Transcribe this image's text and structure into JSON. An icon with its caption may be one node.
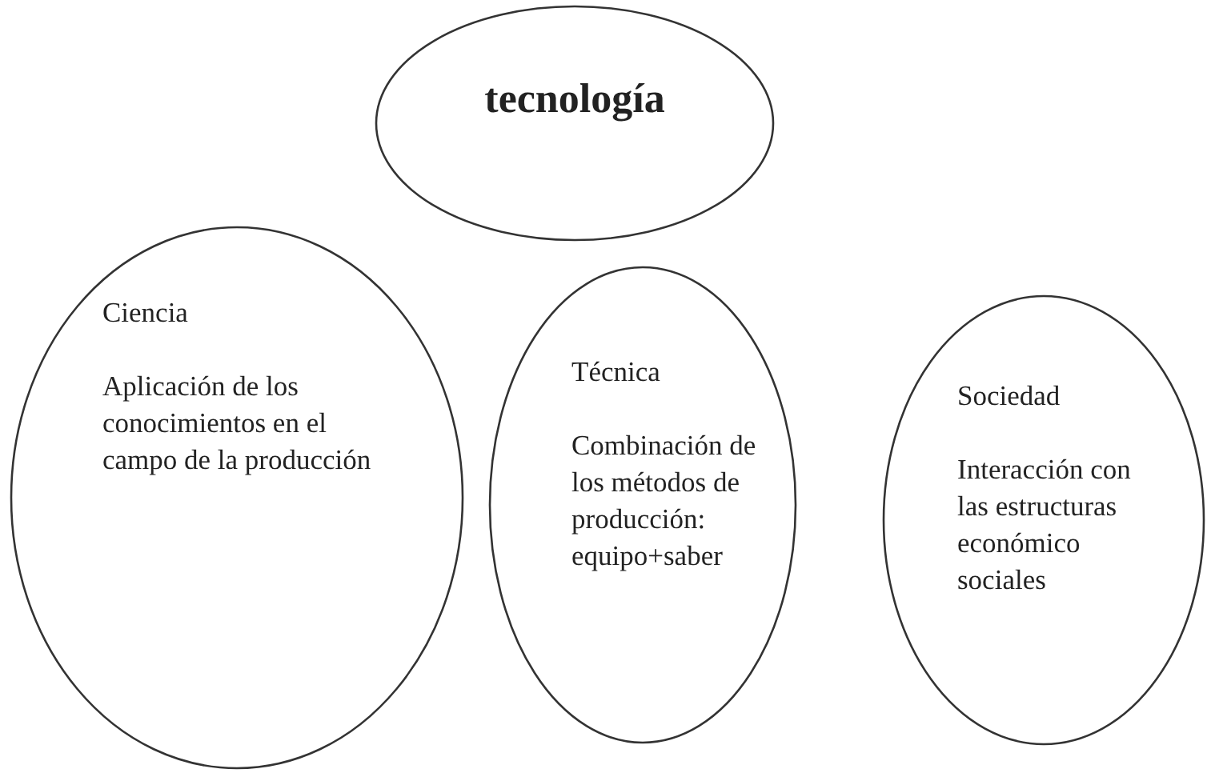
{
  "diagram": {
    "nodes": [
      {
        "text": [
          "tecnología"
        ]
      },
      {
        "text": [
          "Ciencia",
          "Aplicación de los conocimientos en el campo de la producción"
        ]
      },
      {
        "text": [
          "Técnica",
          "Combinación de los métodos de producción: equipo+saber"
        ]
      },
      {
        "text": [
          "Sociedad",
          "Interacción con las estructuras económico sociales"
        ]
      }
    ]
  }
}
